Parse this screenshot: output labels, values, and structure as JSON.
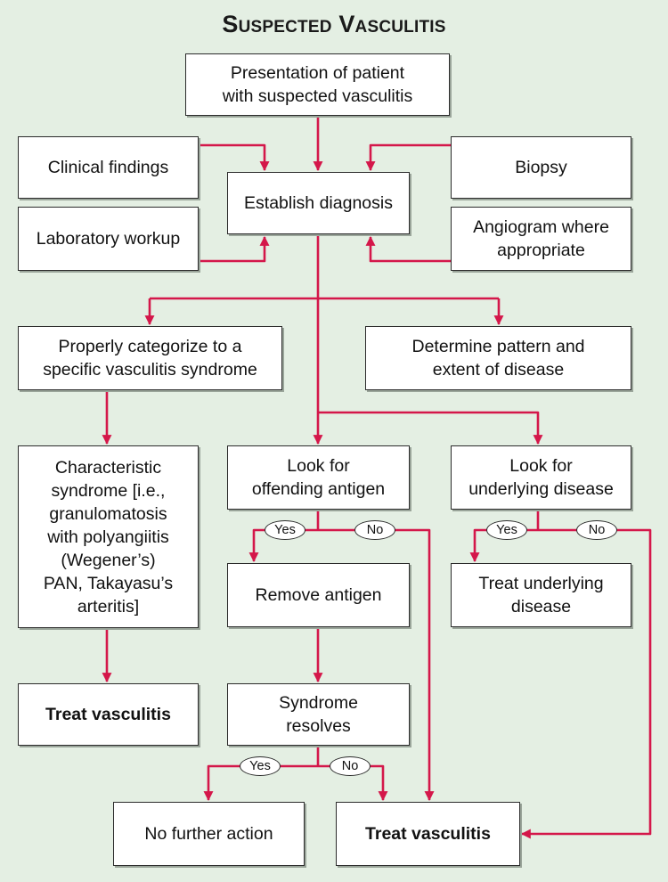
{
  "title": "Suspected Vasculitis",
  "colors": {
    "background": "#e4efe3",
    "arrow": "#d4174a",
    "box_border": "#2b2b2b"
  },
  "boxes": {
    "presentation": "Presentation of patient\nwith suspected vasculitis",
    "clinical": "Clinical findings",
    "establish": "Establish diagnosis",
    "biopsy": "Biopsy",
    "laboratory": "Laboratory workup",
    "angiogram": "Angiogram where\nappropriate",
    "categorize": "Properly categorize to a\nspecific vasculitis syndrome",
    "pattern": "Determine pattern and\nextent of disease",
    "characteristic": "Characteristic\nsyndrome [i.e.,\ngranulomatosis\nwith polyangiitis\n(Wegener’s)\nPAN, Takayasu’s\narteritis]",
    "antigen": "Look for\noffending antigen",
    "underlying": "Look for\nunderlying disease",
    "remove": "Remove antigen",
    "treat_underlying": "Treat underlying\ndisease",
    "treat_left": "Treat vasculitis",
    "resolves": "Syndrome\nresolves",
    "no_action": "No further action",
    "treat_bottom": "Treat vasculitis"
  },
  "labels": {
    "yes": "Yes",
    "no": "No"
  }
}
